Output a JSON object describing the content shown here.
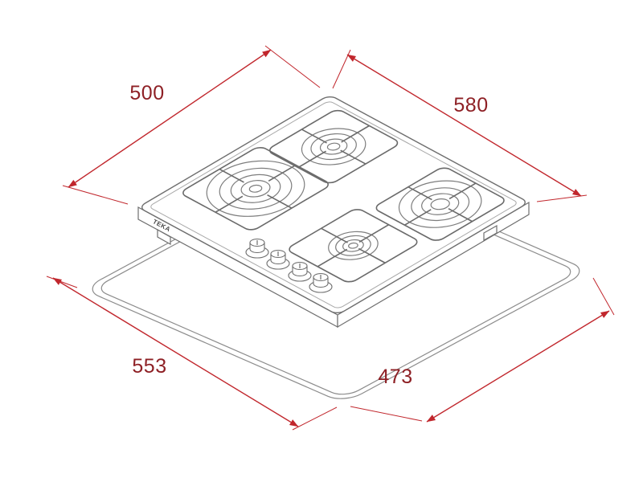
{
  "description": "Isometric installation drawing of a four-burner gas hob above its worktop cutout, with red dimension arrows",
  "labels": {
    "dim_top_left": "500",
    "dim_top_right": "580",
    "dim_bottom_left": "553",
    "dim_bottom_right": "473",
    "logo": "TEKA"
  },
  "colors": {
    "dimension_line": "#c1272d",
    "dimension_text": "#8e2025",
    "artwork_stroke": "#7d7d7d",
    "background": "#ffffff"
  }
}
